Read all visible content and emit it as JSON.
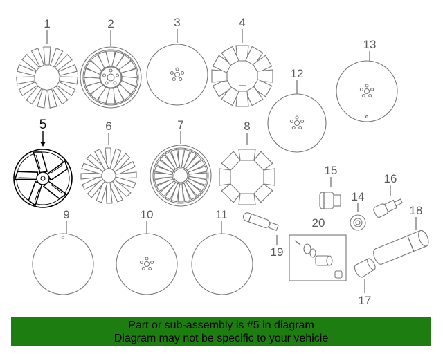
{
  "callouts": [
    {
      "id": "c1",
      "label": "1"
    },
    {
      "id": "c2",
      "label": "2"
    },
    {
      "id": "c3",
      "label": "3"
    },
    {
      "id": "c4",
      "label": "4"
    },
    {
      "id": "c5",
      "label": "5"
    },
    {
      "id": "c6",
      "label": "6"
    },
    {
      "id": "c7",
      "label": "7"
    },
    {
      "id": "c8",
      "label": "8"
    },
    {
      "id": "c9",
      "label": "9"
    },
    {
      "id": "c10",
      "label": "10"
    },
    {
      "id": "c11",
      "label": "11"
    },
    {
      "id": "c12",
      "label": "12"
    },
    {
      "id": "c13",
      "label": "13"
    },
    {
      "id": "c14",
      "label": "14"
    },
    {
      "id": "c15",
      "label": "15"
    },
    {
      "id": "c16",
      "label": "16"
    },
    {
      "id": "c17",
      "label": "17"
    },
    {
      "id": "c18",
      "label": "18"
    },
    {
      "id": "c19",
      "label": "19"
    },
    {
      "id": "c20",
      "label": "20"
    }
  ],
  "selected_part": "5",
  "banner": {
    "line1": "Part or sub-assembly is #5 in diagram",
    "line2": "Diagram may not be specific to your vehicle",
    "color": "#1e7d10"
  }
}
